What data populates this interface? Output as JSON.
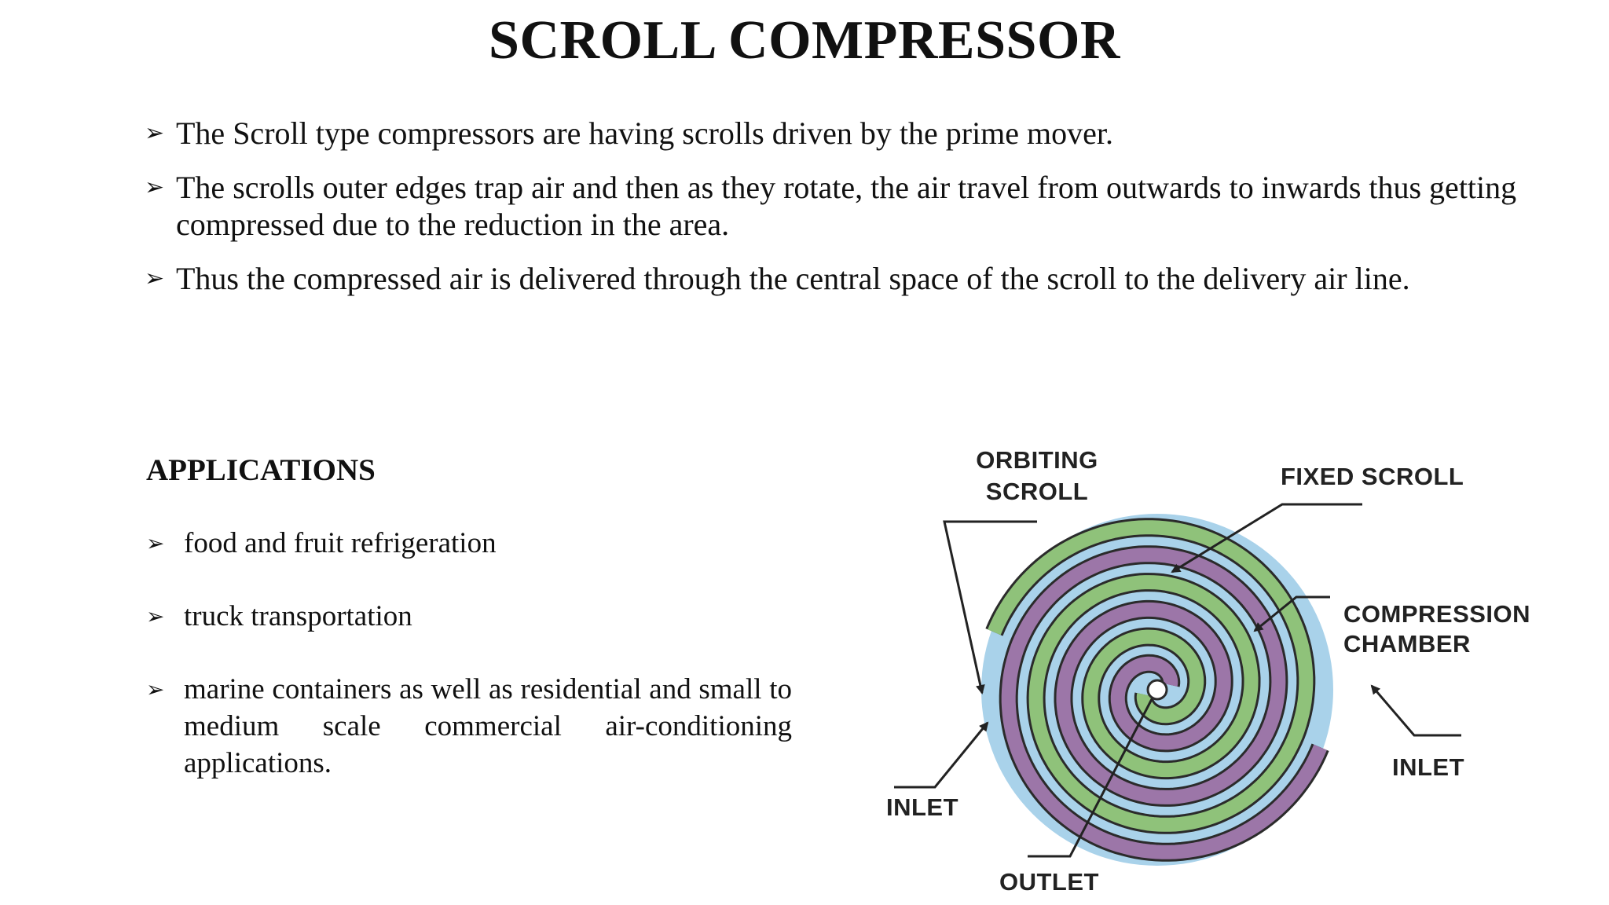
{
  "slide": {
    "title": "SCROLL COMPRESSOR",
    "bullet_symbol": "➢",
    "bullets": [
      "The Scroll type compressors are having scrolls driven by the prime mover.",
      "The scrolls outer edges trap air and then as they rotate, the air travel from outwards to inwards thus getting compressed due to the reduction in the area.",
      "Thus the compressed air is delivered through the central space of the scroll to the delivery air line."
    ],
    "applications": {
      "heading": "APPLICATIONS",
      "items": [
        "food and fruit refrigeration",
        "truck transportation",
        "marine containers as well as residential and small to medium scale commercial air-conditioning applications."
      ]
    }
  },
  "diagram": {
    "labels": {
      "orbiting_line1": "ORBITING",
      "orbiting_line2": "SCROLL",
      "fixed": "FIXED SCROLL",
      "compression_line1": "COMPRESSION",
      "compression_line2": "CHAMBER",
      "inlet_left": "INLET",
      "inlet_right": "INLET",
      "outlet": "OUTLET"
    },
    "colors": {
      "orbiting_scroll": "#8fc27a",
      "fixed_scroll": "#9c76a8",
      "chamber": "#a9d2ea",
      "outline": "#2b2b2b"
    }
  }
}
